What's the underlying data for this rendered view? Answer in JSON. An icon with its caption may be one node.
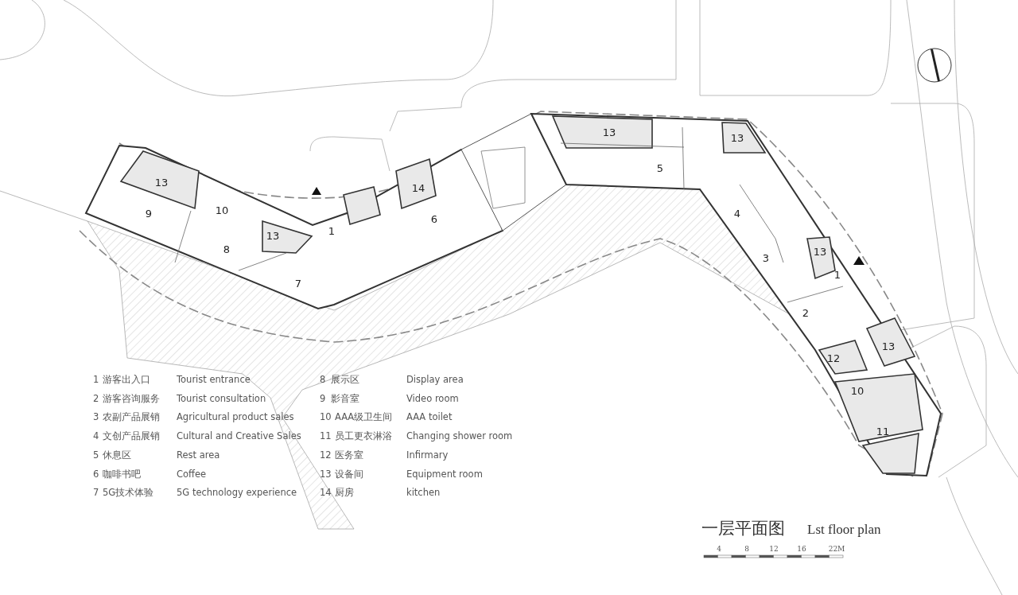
{
  "diagram": {
    "title": "一层平面图",
    "labels": [
      "13",
      "13",
      "5",
      "13",
      "14",
      "9",
      "10",
      "6",
      "4",
      "13",
      "1",
      "8",
      "3",
      "13",
      "7",
      "1",
      "2",
      "13",
      "12",
      "10",
      "11",
      "1",
      "游客出入口",
      "Tourist entrance",
      "8",
      "展示区",
      "Display area",
      "2",
      "游客咨询服务",
      "Tourist consultation",
      "9",
      "影音室",
      "Video room",
      "3",
      "农副产品展销",
      "Agricultural product sales",
      "10",
      "AAA级卫生间",
      "AAA toilet",
      "4",
      "文创产品展销",
      "Cultural and Creative Sales",
      "11",
      "员工更衣淋浴",
      "Changing shower room",
      "5",
      "休息区",
      "Rest area",
      "12",
      "医务室",
      "Infirmary",
      "6",
      "咖啡书吧",
      "Coffee",
      "13",
      "设备间",
      "Equipment room",
      "7",
      "5G技术体验",
      "5G technology experience",
      "14",
      "厨房",
      "kitchen",
      "Lst floor plan",
      "4",
      "8",
      "12",
      "16",
      "22M"
    ]
  }
}
